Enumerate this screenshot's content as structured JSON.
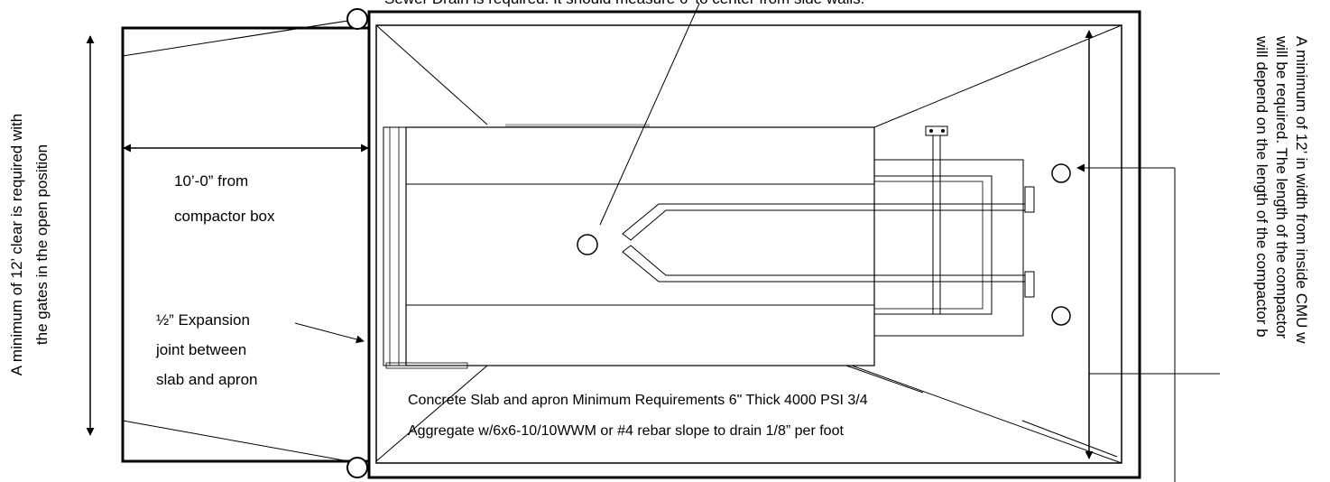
{
  "labels": {
    "top_clipped": "Sewer Drain is required. It should measure 6' to center from side walls.",
    "left_vertical_line1": "A minimum of 12’ clear is required with",
    "left_vertical_line2": "the gates in the open position",
    "dist_line1": "10’-0” from",
    "dist_line2": "compactor box",
    "exp_line1": "½” Expansion",
    "exp_line2": "joint between",
    "exp_line3": "slab and apron",
    "slab_line1": "Concrete Slab and apron Minimum Requirements 6\" Thick 4000 PSI 3/4",
    "slab_line2": "Aggregate w/6x6-10/10WWM or #4 rebar slope to drain 1/8” per foot",
    "right_line1": "A minimum of 12’ in width from inside CMU w",
    "right_line2": "will be required. The length of the compactor",
    "right_line3": "will depend on the length of the compactor b"
  },
  "colors": {
    "ink": "#000000",
    "background": "#ffffff"
  }
}
